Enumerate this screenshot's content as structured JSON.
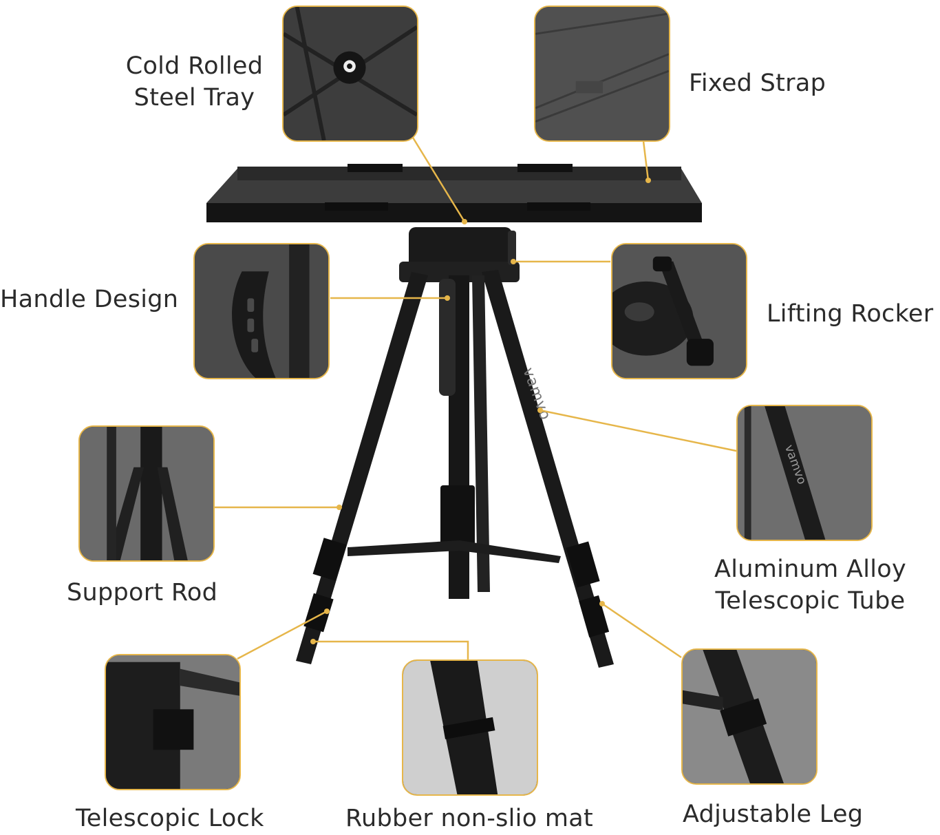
{
  "labels": {
    "cold_rolled_line1": "Cold Rolled",
    "cold_rolled_line2": "Steel Tray",
    "fixed_strap": "Fixed Strap",
    "handle_design": "Handle Design",
    "lifting_rocker": "Lifting Rocker",
    "support_rod": "Support Rod",
    "aluminum_line1": "Aluminum Alloy",
    "aluminum_line2": "Telescopic Tube",
    "telescopic_lock": "Telescopic Lock",
    "rubber_mat": "Rubber non-slio mat",
    "adjustable_leg": "Adjustable Leg"
  },
  "brand_mark": "vamvo",
  "colors": {
    "accent": "#e6b64a",
    "product": "#1c1c1c",
    "text": "#2b2b2b"
  }
}
